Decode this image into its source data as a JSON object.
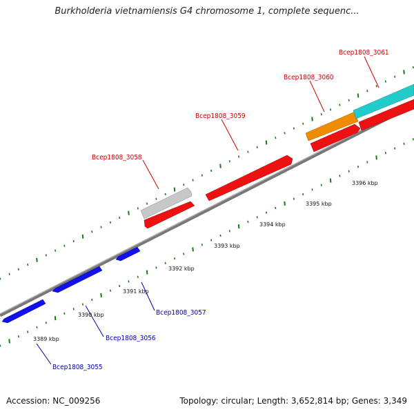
{
  "title": "Burkholderia vietnamiensis G4 chromosome 1, complete sequenc...",
  "footer": {
    "accession": "Accession: NC_009256",
    "summary": "Topology: circular; Length: 3,652,814 bp; Genes: 3,349"
  },
  "colors": {
    "backbone": "#888888",
    "tick": "#1a7a1a",
    "forward_label": "#cc0000",
    "reverse_label": "#0000aa",
    "red": "#ee1111",
    "blue": "#1111ee",
    "gray": "#c0c0c0",
    "orange": "#f08c00",
    "cyan": "#22cccc"
  },
  "scale_labels": [
    "3389 kbp",
    "3390 kbp",
    "3391 kbp",
    "3392 kbp",
    "3393 kbp",
    "3394 kbp",
    "3395 kbp",
    "3396 kbp"
  ],
  "gene_labels": {
    "g3055": "Bcep1808_3055",
    "g3056": "Bcep1808_3056",
    "g3057": "Bcep1808_3057",
    "g3058": "Bcep1808_3058",
    "g3059": "Bcep1808_3059",
    "g3060": "Bcep1808_3060",
    "g3061": "Bcep1808_3061"
  },
  "features": [
    {
      "name": "feature-blue-1",
      "color": "blue"
    },
    {
      "name": "feature-blue-2",
      "color": "blue"
    },
    {
      "name": "feature-blue-3",
      "color": "blue"
    },
    {
      "name": "feature-red-1",
      "color": "red"
    },
    {
      "name": "feature-gray-1",
      "color": "gray"
    },
    {
      "name": "feature-red-2",
      "color": "red"
    },
    {
      "name": "feature-red-3",
      "color": "red"
    },
    {
      "name": "feature-orange-1",
      "color": "orange"
    },
    {
      "name": "feature-red-4",
      "color": "red"
    },
    {
      "name": "feature-cyan-1",
      "color": "cyan"
    }
  ]
}
